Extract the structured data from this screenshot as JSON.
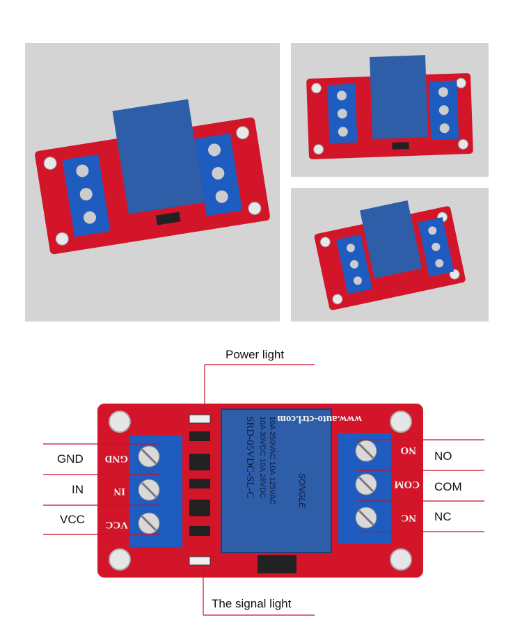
{
  "labels": {
    "power_light": "Power light",
    "signal_light": "The signal light",
    "gnd": "GND",
    "in": "IN",
    "vcc": "VCC",
    "no": "NO",
    "com": "COM",
    "nc": "NC"
  },
  "board": {
    "url_text": "www.auto-ctrl.com",
    "relay_line1": "10A 250VAC 10A 125VAC",
    "relay_line2": "10A 30VDC 10A 28VDC",
    "relay_line3": "SRD-05VDC-SL-C",
    "relay_brand": "SONGLE",
    "silk_gnd": "GND",
    "silk_in": "IN",
    "silk_vcc": "VCC",
    "silk_no": "NO",
    "silk_com": "COM",
    "silk_nc": "NC"
  },
  "colors": {
    "pcb": "#d3152a",
    "relay": "#2e5ea8",
    "terminal": "#1f5cc0",
    "callout_line": "#c8102e"
  }
}
